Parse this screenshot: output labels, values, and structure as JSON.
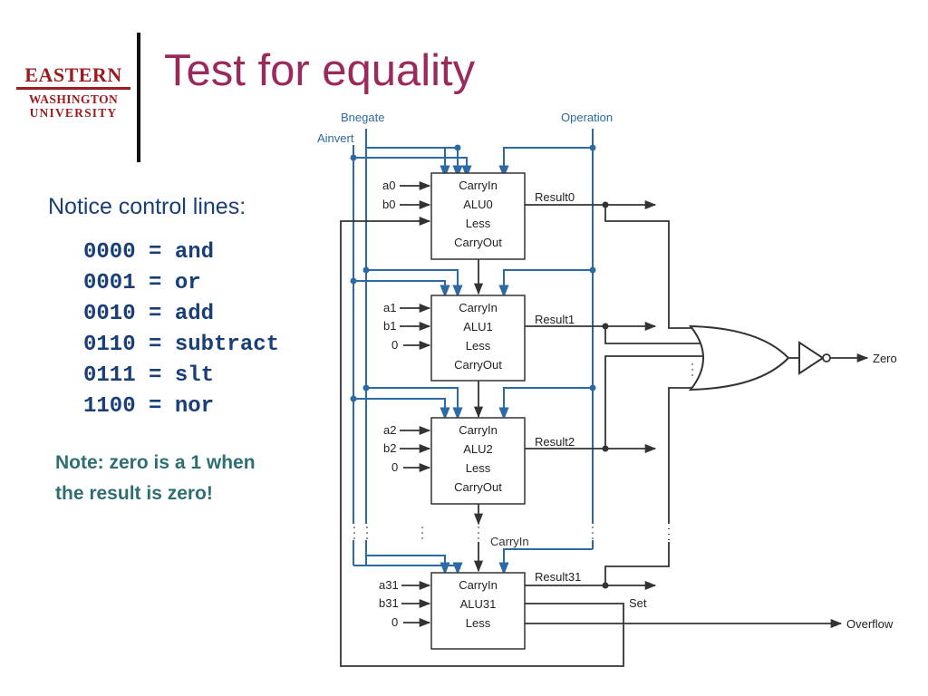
{
  "logo": {
    "line1": "EASTERN",
    "line2": "WASHINGTON",
    "line3": "UNIVERSITY"
  },
  "title": "Test for equality",
  "intro": "Notice control lines:",
  "codes": [
    "0000 = and",
    "0001 = or",
    "0010 = add",
    "0110 = subtract",
    "0111 = slt",
    "1100 = nor"
  ],
  "note": {
    "line1": "Note:  zero is a 1 when",
    "line2": "the result is zero!"
  },
  "diagram": {
    "bnegate": "Bnegate",
    "ainvert": "Ainvert",
    "operation": "Operation",
    "carryin_mid": "CarryIn",
    "zero": "Zero",
    "overflow": "Overflow",
    "set": "Set",
    "alus": [
      {
        "name": "ALU0",
        "a": "a0",
        "b": "b0",
        "less": "",
        "result": "Result0",
        "lines": [
          "CarryIn",
          "ALU0",
          "Less",
          "CarryOut"
        ]
      },
      {
        "name": "ALU1",
        "a": "a1",
        "b": "b1",
        "less": "0",
        "result": "Result1",
        "lines": [
          "CarryIn",
          "ALU1",
          "Less",
          "CarryOut"
        ]
      },
      {
        "name": "ALU2",
        "a": "a2",
        "b": "b2",
        "less": "0",
        "result": "Result2",
        "lines": [
          "CarryIn",
          "ALU2",
          "Less",
          "CarryOut"
        ]
      },
      {
        "name": "ALU31",
        "a": "a31",
        "b": "b31",
        "less": "0",
        "result": "Result31",
        "lines": [
          "CarryIn",
          "ALU31",
          "Less"
        ]
      }
    ]
  }
}
